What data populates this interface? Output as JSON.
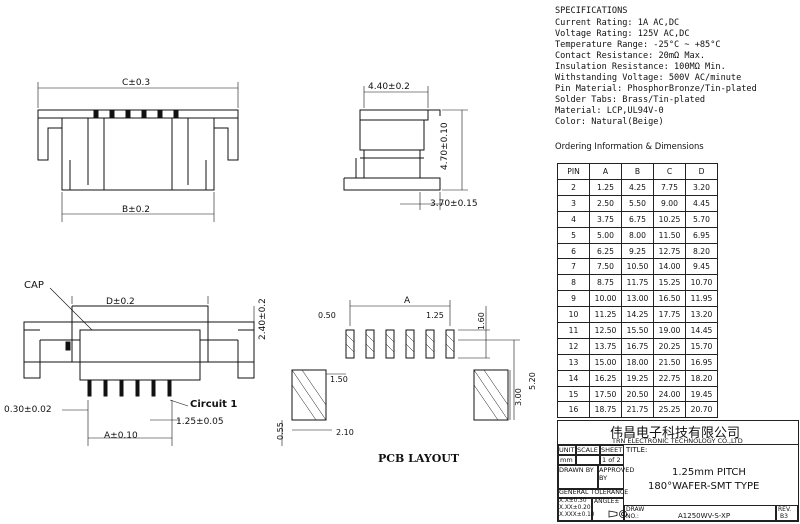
{
  "drawing": {
    "dim_c": "C±0.3",
    "dim_b": "B±0.2",
    "dim_440": "4.40±0.2",
    "dim_470": "4.70±0.10",
    "dim_370": "3.70±0.15",
    "cap": "CAP",
    "dim_d": "D±0.2",
    "dim_240": "2.40±0.2",
    "dim_030": "0.30±0.02",
    "circuit1": "Circuit 1",
    "dim_125": "1.25±0.05",
    "dim_a": "A±0.10",
    "pcb_a": "A",
    "pcb_050": "0.50",
    "pcb_125": "1.25",
    "pcb_160": "1.60",
    "pcb_150": "1.50",
    "pcb_520": "5.20",
    "pcb_300": "3.00",
    "pcb_055": "0.55",
    "pcb_210": "2.10",
    "pcb_layout": "PCB LAYOUT"
  },
  "specifications": {
    "title": "SPECIFICATIONS",
    "lines": [
      "Current Rating: 1A AC,DC",
      "Voltage Rating: 125V AC,DC",
      "Temperature Range: -25°C ~ +85°C",
      "Contact Resistance: 20mΩ Max.",
      "Insulation Resistance: 100MΩ Min.",
      "Withstanding Voltage: 500V AC/minute",
      "Pin Material: PhosphorBronze/Tin-plated",
      "Solder Tabs: Brass/Tin-plated",
      "Material: LCP,UL94V-0",
      "Color: Natural(Beige)"
    ]
  },
  "ordering": {
    "title": "Ordering Information & Dimensions",
    "headers": [
      "PIN",
      "A",
      "B",
      "C",
      "D"
    ],
    "rows": [
      [
        "2",
        "1.25",
        "4.25",
        "7.75",
        "3.20"
      ],
      [
        "3",
        "2.50",
        "5.50",
        "9.00",
        "4.45"
      ],
      [
        "4",
        "3.75",
        "6.75",
        "10.25",
        "5.70"
      ],
      [
        "5",
        "5.00",
        "8.00",
        "11.50",
        "6.95"
      ],
      [
        "6",
        "6.25",
        "9.25",
        "12.75",
        "8.20"
      ],
      [
        "7",
        "7.50",
        "10.50",
        "14.00",
        "9.45"
      ],
      [
        "8",
        "8.75",
        "11.75",
        "15.25",
        "10.70"
      ],
      [
        "9",
        "10.00",
        "13.00",
        "16.50",
        "11.95"
      ],
      [
        "10",
        "11.25",
        "14.25",
        "17.75",
        "13.20"
      ],
      [
        "11",
        "12.50",
        "15.50",
        "19.00",
        "14.45"
      ],
      [
        "12",
        "13.75",
        "16.75",
        "20.25",
        "15.70"
      ],
      [
        "13",
        "15.00",
        "18.00",
        "21.50",
        "16.95"
      ],
      [
        "14",
        "16.25",
        "19.25",
        "22.75",
        "18.20"
      ],
      [
        "15",
        "17.50",
        "20.50",
        "24.00",
        "19.45"
      ],
      [
        "16",
        "18.75",
        "21.75",
        "25.25",
        "20.70"
      ]
    ]
  },
  "title_block": {
    "company_cn": "伟昌电子科技有限公司",
    "company_en": "TRN ELECTRONIC TECHNOLOGY CO.,LTD",
    "unit": "UNIT",
    "scale": "SCALE",
    "sheet": "SHEET",
    "title_label": "TITLE:",
    "unit_val": "mm",
    "sheet_val": "1 of 2",
    "drawn_by": "DRAWN BY",
    "approved_by": "APPROVED BY",
    "title_line1": "1.25mm PITCH",
    "title_line2": "180°WAFER-SMT TYPE",
    "general_tol": "GENERAL TOLERANCE",
    "tol1": "X.X±0.30",
    "tol2": "X.XX±0.20",
    "tol3": "X.XXX±0.10",
    "angle": "ANGLE±",
    "draw_no_label": "DRAW NO.:",
    "draw_no": "A1250WV-S-XP",
    "rev_label": "REV.",
    "rev": "B3"
  }
}
